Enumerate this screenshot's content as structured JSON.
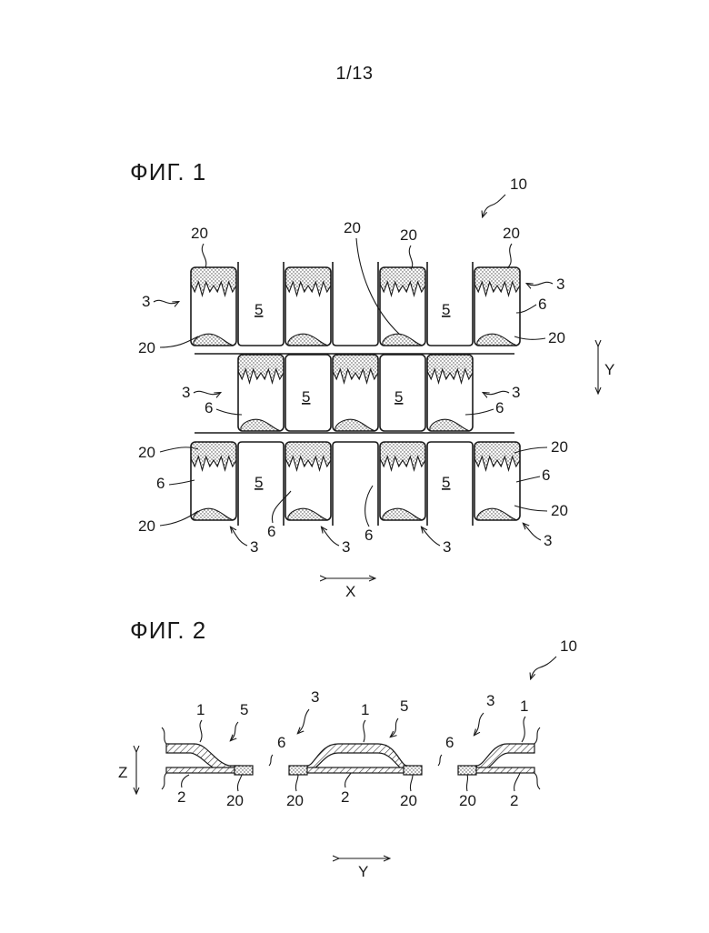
{
  "page_number": "1/13",
  "figure1": {
    "title": "ФИГ. 1",
    "ref_assembly": "10",
    "ref_pocket": "3",
    "ref_cup": "5",
    "ref_web": "6",
    "ref_adhesive": "20",
    "axis_x": "X",
    "axis_y": "Y"
  },
  "figure2": {
    "title": "ФИГ. 2",
    "ref_assembly": "10",
    "ref_upper_film": "1",
    "ref_lower_film": "2",
    "ref_pocket": "3",
    "ref_cup": "5",
    "ref_web": "6",
    "ref_adhesive": "20",
    "axis_y": "Y",
    "axis_z": "Z"
  }
}
